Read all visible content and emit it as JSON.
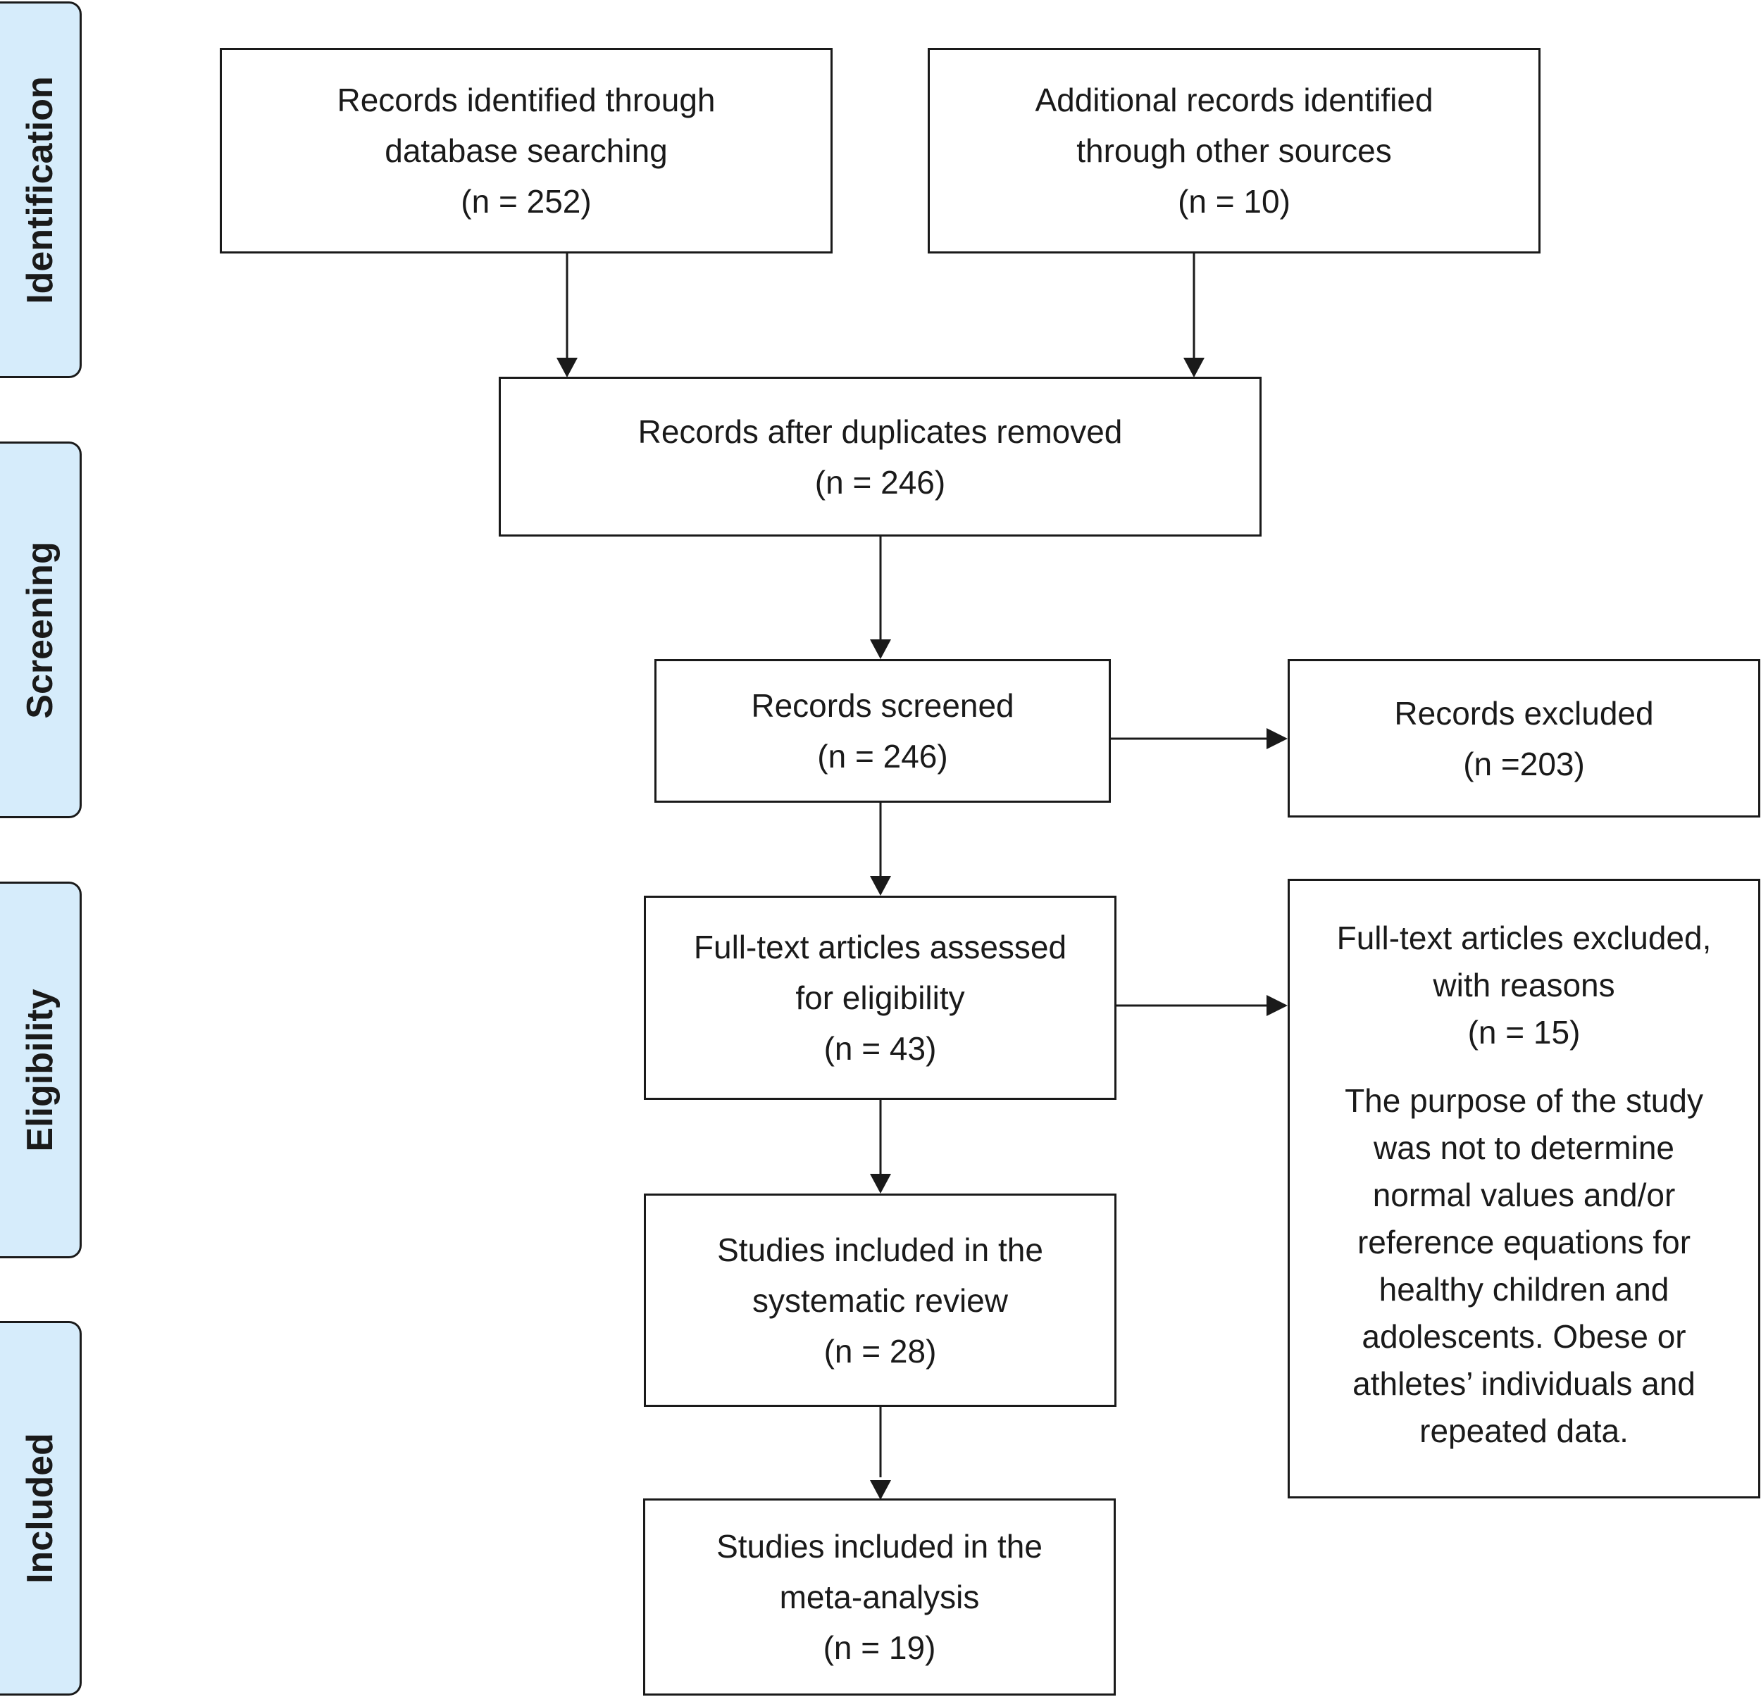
{
  "phases": {
    "identification": "Identification",
    "screening": "Screening",
    "eligibility": "Eligibility",
    "included": "Included"
  },
  "boxes": {
    "database_search": {
      "text": "Records identified through",
      "text2": "database searching",
      "count": "(n = 252)"
    },
    "other_sources": {
      "text": "Additional records identified",
      "text2": "through other sources",
      "count": "(n = 10)"
    },
    "after_duplicates": {
      "text": "Records after duplicates removed",
      "count": "(n = 246)"
    },
    "screened": {
      "text": "Records screened",
      "count": "(n = 246)"
    },
    "excluded": {
      "text": "Records excluded",
      "count": "(n =203)"
    },
    "full_text_assessed": {
      "text": "Full-text articles assessed",
      "text2": "for eligibility",
      "count": "(n = 43)"
    },
    "full_text_excluded": {
      "text": "Full-text articles excluded,",
      "text2": "with reasons",
      "count": "(n = 15)",
      "reasons": [
        "The purpose of the study",
        "was not to determine",
        "normal values and/or",
        "reference equations for",
        "healthy children and",
        "adolescents. Obese or",
        "athletes’ individuals and",
        "repeated data."
      ]
    },
    "systematic_review": {
      "text": "Studies included in the",
      "text2": "systematic review",
      "count": "(n = 28)"
    },
    "meta_analysis": {
      "text": "Studies included in the",
      "text2": "meta-analysis",
      "count": "(n = 19)"
    }
  }
}
